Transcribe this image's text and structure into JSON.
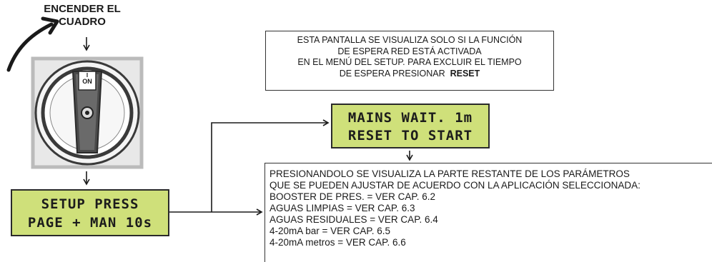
{
  "power_label": {
    "line1": "ENCENDER EL",
    "line2": "CUADRO"
  },
  "switch": {
    "on_label": "ON",
    "mark": "I"
  },
  "lcd_setup": {
    "line1": "SETUP PRESS",
    "line2": "PAGE + MAN 10s"
  },
  "lcd_mains": {
    "line1": "MAINS WAIT. 1m",
    "line2": "RESET TO START"
  },
  "note_wait": {
    "line1": "ESTA PANTALLA SE VISUALIZA SOLO SI LA FUNCIÓN",
    "line2": "DE ESPERA RED ESTÁ ACTIVADA",
    "line3": "EN EL MENÚ DEL SETUP. PARA EXCLUIR EL TIEMPO",
    "line4_prefix": "DE ESPERA PRESIONAR",
    "line4_bold": "RESET"
  },
  "note_params": {
    "intro1": "PRESIONANDOLO SE VISUALIZA LA PARTE RESTANTE DE LOS PARÁMETROS",
    "intro2": "QUE SE PUEDEN AJUSTAR DE ACUERDO CON LA APLICACIÓN SELECCIONADA:",
    "items": [
      "BOOSTER DE PRES. = VER CAP. 6.2",
      "AGUAS LIMPIAS = VER CAP. 6.3",
      "AGUAS RESIDUALES = VER CAP. 6.4",
      "4-20mA bar = VER CAP. 6.5",
      "4-20mA metros = VER CAP. 6.6"
    ]
  },
  "colors": {
    "lcd_background": "#cfe07a",
    "arrow_gray": "#7a7a7a",
    "line": "#1a1a1a"
  },
  "icons": [
    "curved-arrow-icon",
    "rotary-switch-icon",
    "down-arrow-icon",
    "right-arrow-icon",
    "curly-brace-icon",
    "big-arrow-icon"
  ]
}
